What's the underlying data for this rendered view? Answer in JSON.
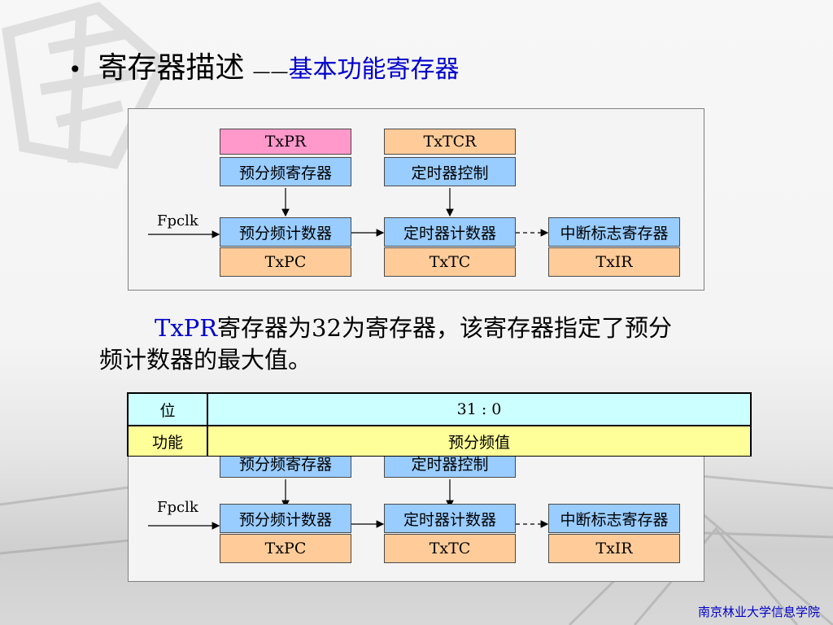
{
  "slide": {
    "heading": "寄存器描述",
    "heading_dash": "——",
    "subheading": "基本功能寄存器"
  },
  "diagram": {
    "input_label": "Fpclk",
    "boxes": {
      "txpr": "TxPR",
      "prescale_reg": "预分频寄存器",
      "txtcr": "TxTCR",
      "timer_ctrl": "定时器控制",
      "prescale_counter": "预分频计数器",
      "timer_counter": "定时器计数器",
      "interrupt_reg": "中断标志寄存器",
      "txpc": "TxPC",
      "txtc": "TxTC",
      "txir": "TxIR"
    }
  },
  "paragraph": {
    "highlight": "TxPR",
    "text_line1": "寄存器为32为寄存器，该寄存器指定了预分",
    "text_line2": "频计数器的最大值。"
  },
  "bit_table": {
    "rows": [
      {
        "header": "位",
        "value": "31 : 0"
      },
      {
        "header": "功能",
        "value": "预分频值"
      }
    ]
  },
  "footer": "南京林业大学信息学院",
  "colors": {
    "accent_blue": "#0000cc",
    "box_pink": "#ff99cc",
    "box_orange": "#ffcc99",
    "box_blue": "#99ccff",
    "table_cyan": "#ccffff",
    "table_yellow": "#ffff99"
  }
}
